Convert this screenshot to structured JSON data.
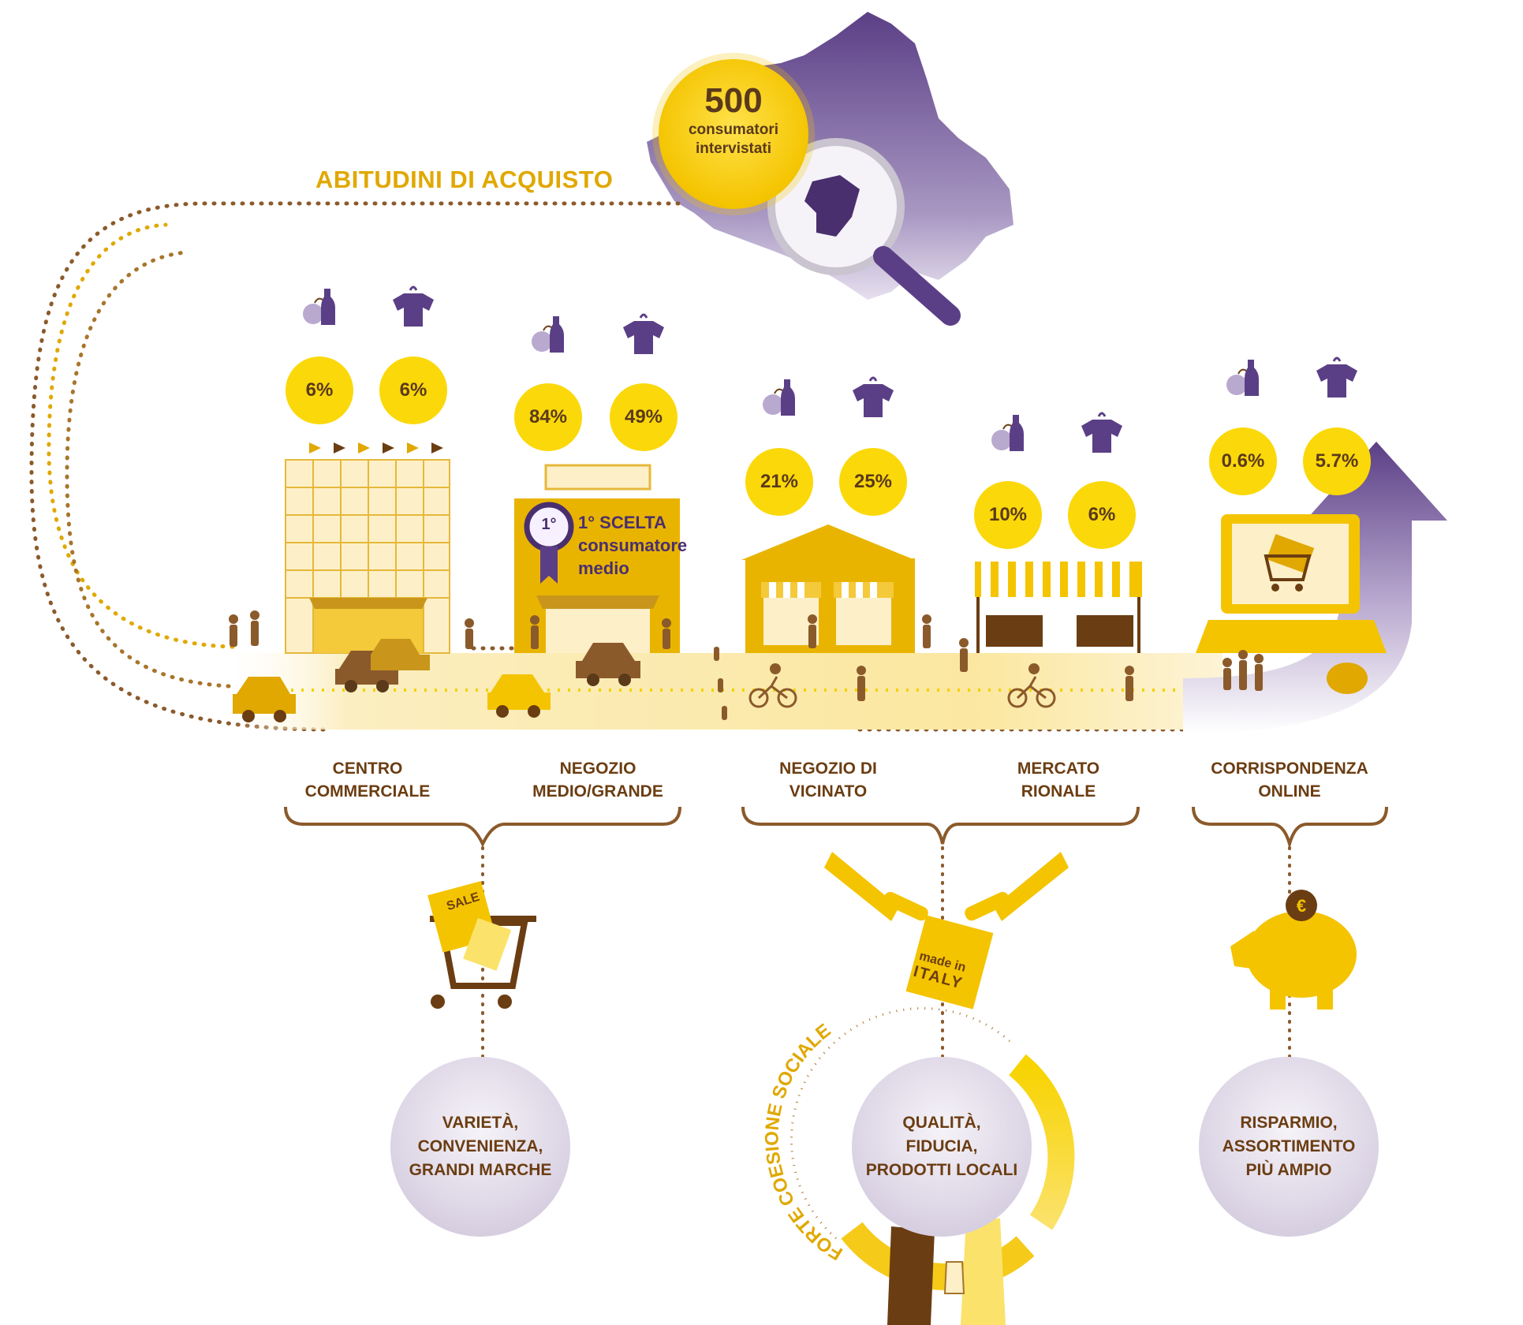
{
  "title": "ABITUDINI DI ACQUISTO",
  "survey": {
    "number": "500",
    "line1": "consumatori",
    "line2": "intervistati"
  },
  "channels": [
    {
      "id": "centro",
      "food_pct": "6%",
      "clothing_pct": "6%",
      "label_line1": "CENTRO",
      "label_line2": "COMMERCIALE"
    },
    {
      "id": "negozio-grande",
      "food_pct": "84%",
      "clothing_pct": "49%",
      "label_line1": "NEGOZIO",
      "label_line2": "MEDIO/GRANDE"
    },
    {
      "id": "vicinato",
      "food_pct": "21%",
      "clothing_pct": "25%",
      "label_line1": "NEGOZIO DI",
      "label_line2": "VICINATO"
    },
    {
      "id": "mercato",
      "food_pct": "10%",
      "clothing_pct": "6%",
      "label_line1": "MERCATO",
      "label_line2": "RIONALE"
    },
    {
      "id": "online",
      "food_pct": "0.6%",
      "clothing_pct": "5.7%",
      "label_line1": "CORRISPONDENZA",
      "label_line2": "ONLINE"
    }
  ],
  "first_choice": {
    "badge": "1°",
    "line1": "1° SCELTA",
    "line2": "consumatore",
    "line3": "medio"
  },
  "sale_tag": "SALE",
  "made_in": {
    "line1": "made in",
    "line2": "ITALY"
  },
  "social_arc": "FORTE COESIONE SOCIALE",
  "benefits": [
    {
      "line1": "VARIETÀ,",
      "line2": "CONVENIENZA,",
      "line3": "GRANDI MARCHE"
    },
    {
      "line1": "QUALITÀ,",
      "line2": "FIDUCIA,",
      "line3": "PRODOTTI LOCALI"
    },
    {
      "line1": "RISPARMIO,",
      "line2": "ASSORTIMENTO",
      "line3": "PIÙ AMPIO"
    }
  ],
  "colors": {
    "yellow": "#fbd80a",
    "gold": "#e0a800",
    "brown": "#6b3d12",
    "purple": "#5b3f86",
    "lavender": "#cbc2d6"
  },
  "icons": {
    "food": "apple-bottle-icon",
    "clothing": "tshirt-icon",
    "currency": "euro-coin-icon"
  }
}
